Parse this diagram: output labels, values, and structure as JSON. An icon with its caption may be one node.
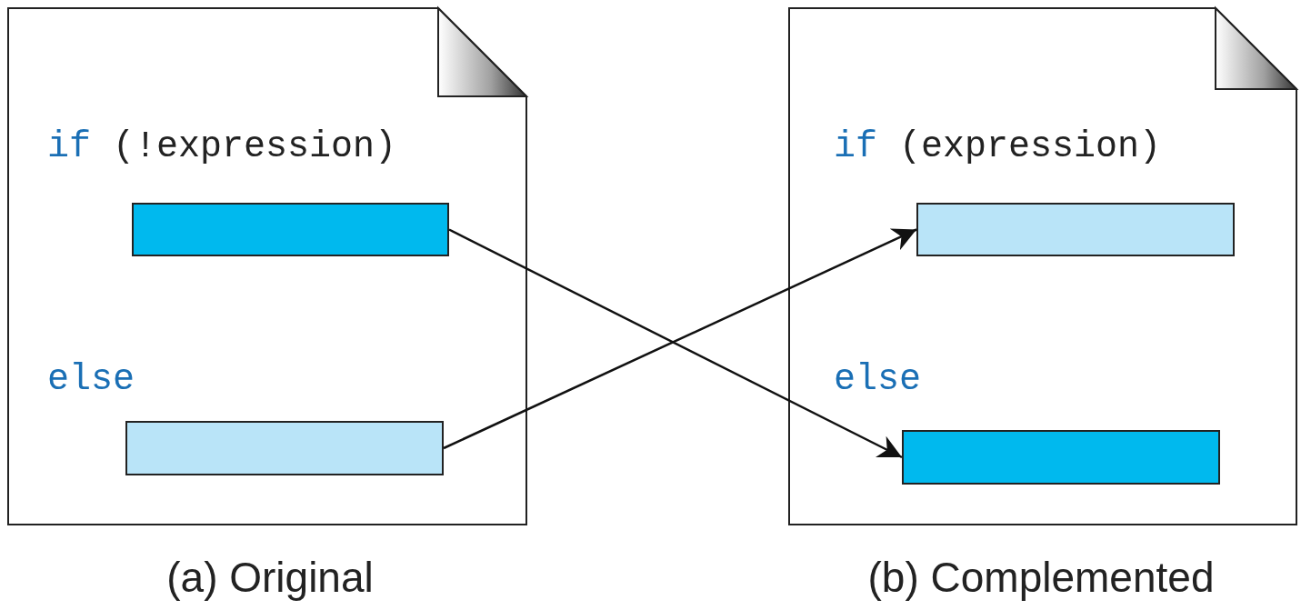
{
  "diagram": {
    "nodes": [
      {
        "text": [
          "if (!expression)",
          "else"
        ],
        "beside": [
          "(a) Original"
        ]
      },
      {
        "text": [],
        "shape": "bar",
        "in": 0
      },
      {
        "text": [],
        "shape": "bar",
        "in": 0
      },
      {
        "text": [
          "if (expression)",
          "else"
        ],
        "beside": [
          "(b) Complemented"
        ]
      },
      {
        "text": [],
        "shape": "bar",
        "in": 3
      },
      {
        "text": [],
        "shape": "bar",
        "in": 3
      }
    ],
    "edges": [
      {
        "from": 1,
        "to": 5,
        "arrow": "to"
      },
      {
        "from": 2,
        "to": 4,
        "arrow": "to"
      }
    ]
  }
}
